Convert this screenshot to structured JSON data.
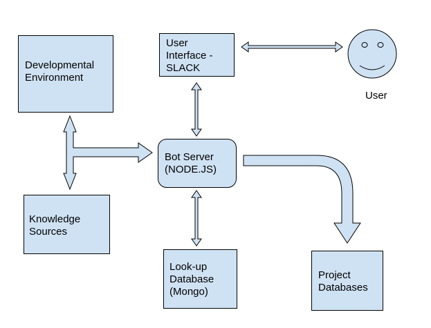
{
  "colors": {
    "box_fill": "#cfe2f3",
    "box_stroke": "#000000",
    "face_fill": "#cfe2f3"
  },
  "nodes": {
    "developmental_environment": "Developmental\nEnvironment",
    "user_interface": "User\nInterface -\nSLACK",
    "bot_server": "Bot Server\n(NODE.JS)",
    "knowledge_sources": "Knowledge\nSources",
    "lookup_database": "Look-up\nDatabase\n(Mongo)",
    "project_databases": "Project\nDatabases",
    "user": "User"
  },
  "icons": {
    "user": "smiley-face-icon"
  }
}
